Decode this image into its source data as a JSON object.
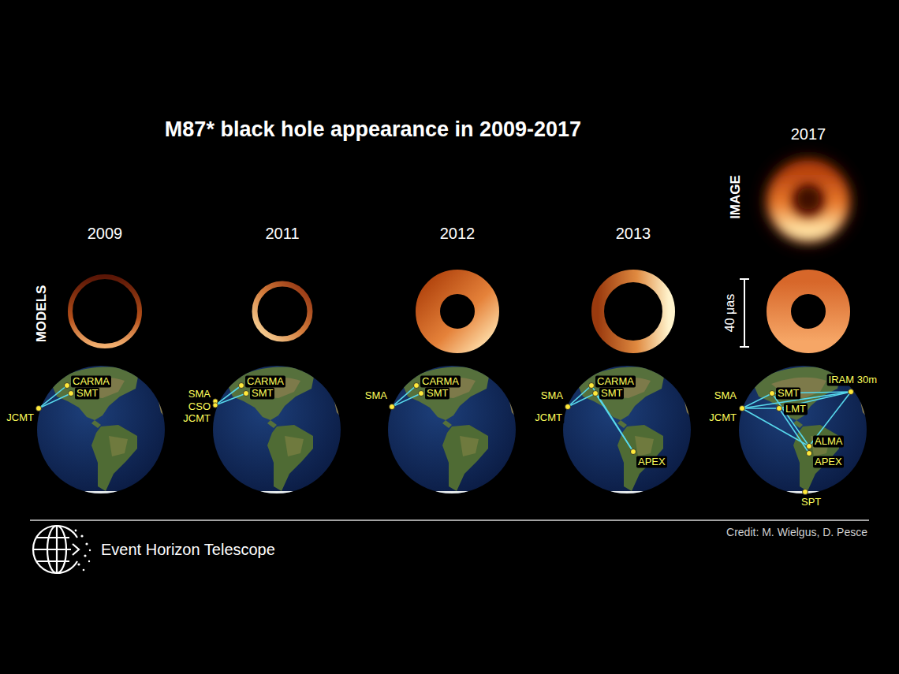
{
  "diagram": {
    "title": "M87* black hole appearance in 2009-2017",
    "labels": [
      "2017",
      "IMAGE",
      "2009",
      "2011",
      "2012",
      "2013",
      "MODELS",
      "40 μas",
      "CARMA",
      "SMT",
      "JCMT",
      "SMA",
      "CSO",
      "JCMT",
      "CARMA",
      "SMT",
      "SMA",
      "CARMA",
      "SMT",
      "SMA",
      "JCMT",
      "CARMA",
      "SMT",
      "APEX",
      "SMA",
      "JCMT",
      "SMT",
      "LMT",
      "IRAM 30m",
      "ALMA",
      "APEX",
      "SPT",
      "Event Horizon Telescope",
      "Credit: M. Wielgus, D. Pesce"
    ]
  }
}
